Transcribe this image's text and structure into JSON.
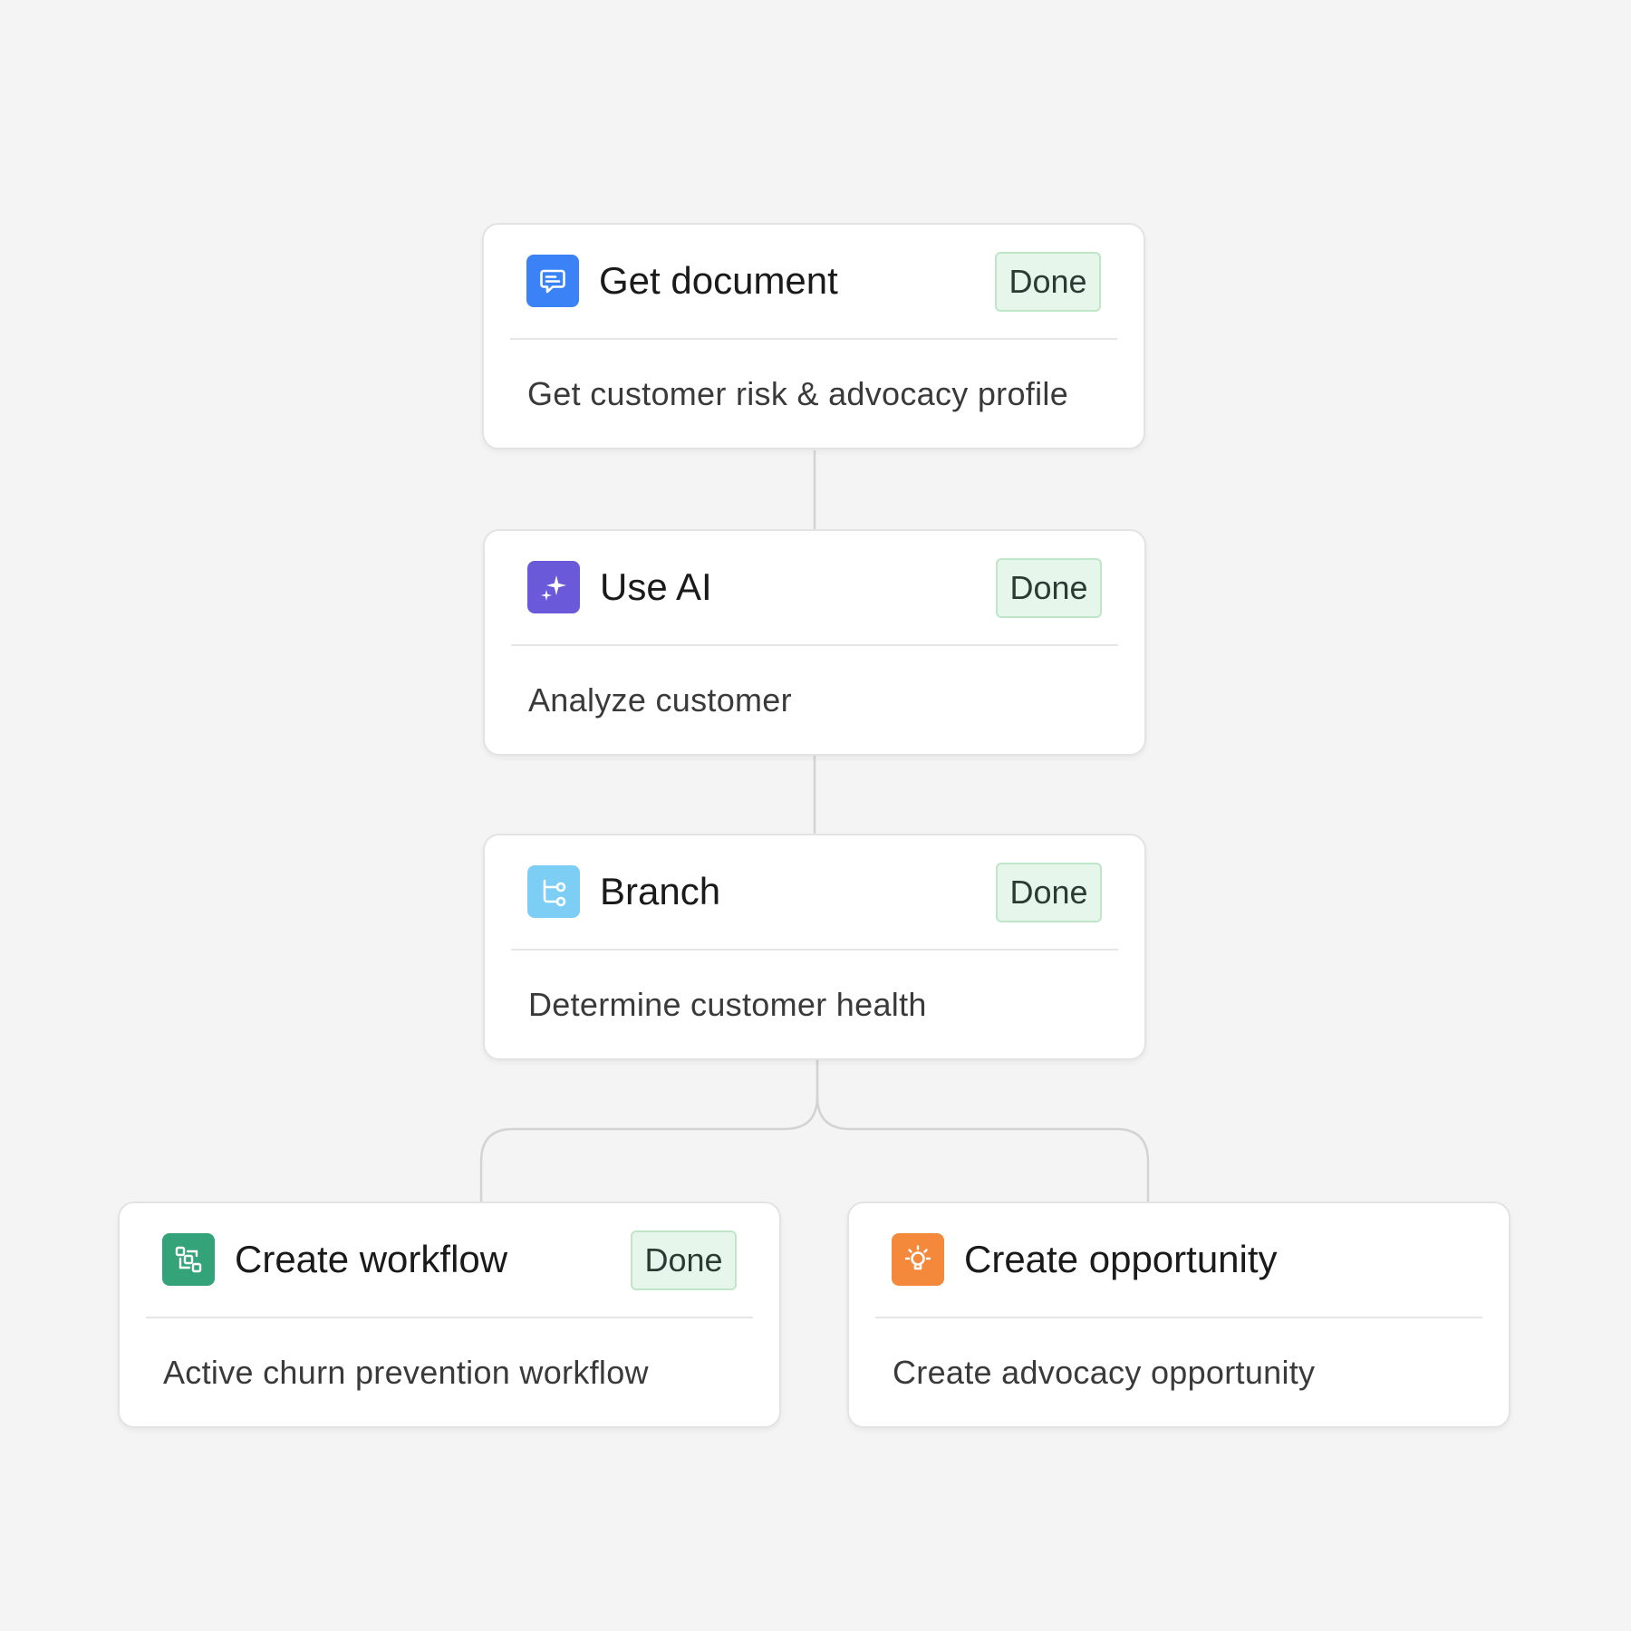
{
  "colors": {
    "background": "#f4f4f4",
    "done_badge_bg": "#e6f6ea",
    "done_badge_border": "#bfe6c9",
    "connector": "#d3d3d3"
  },
  "nodes": [
    {
      "title": "Get document",
      "description": "Get customer risk & advocacy profile",
      "status": "Done",
      "icon": "document-chat-icon",
      "icon_color": "#3b82f6"
    },
    {
      "title": "Use AI",
      "description": "Analyze customer",
      "status": "Done",
      "icon": "sparkle-icon",
      "icon_color": "#6a5ad9"
    },
    {
      "title": "Branch",
      "description": "Determine customer health",
      "status": "Done",
      "icon": "branch-icon",
      "icon_color": "#7ccef5"
    },
    {
      "title": "Create workflow",
      "description": "Active churn prevention workflow",
      "status": "Done",
      "icon": "workflow-icon",
      "icon_color": "#34a37a"
    },
    {
      "title": "Create opportunity",
      "description": "Create advocacy opportunity",
      "status": "",
      "icon": "lightbulb-icon",
      "icon_color": "#f5893b"
    }
  ]
}
